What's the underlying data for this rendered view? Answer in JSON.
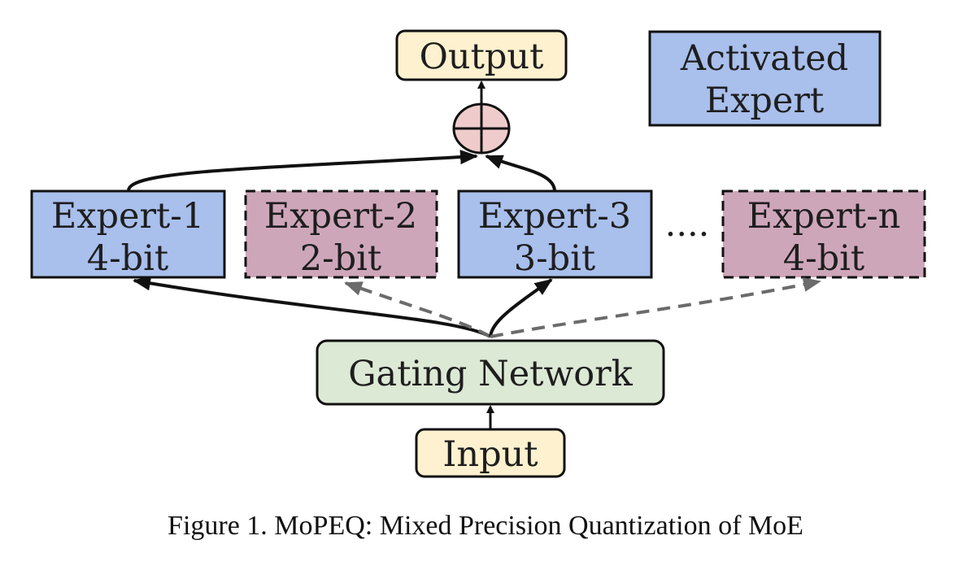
{
  "diagram": {
    "title": "MoPEQ mixed precision MoE",
    "colors": {
      "io_fill": "#fdf1cf",
      "activated_fill": "#a9bfec",
      "inactive_fill": "#cea6ba",
      "gating_fill": "#dce9d5",
      "sum_fill": "#efcccb",
      "stroke": "#111111",
      "dashed_arrow": "#6b6b6b"
    },
    "output": {
      "label": "Output"
    },
    "sum_node": {
      "symbol": "⊕",
      "name": "sum"
    },
    "legend": {
      "line1": "Activated",
      "line2": "Expert"
    },
    "experts": [
      {
        "name": "Expert-1",
        "bits": "4-bit",
        "activated": true
      },
      {
        "name": "Expert-2",
        "bits": "2-bit",
        "activated": false
      },
      {
        "name": "Expert-3",
        "bits": "3-bit",
        "activated": true
      },
      {
        "name": "Expert-n",
        "bits": "4-bit",
        "activated": false
      }
    ],
    "ellipsis": "....",
    "gating": {
      "label": "Gating Network"
    },
    "input": {
      "label": "Input"
    }
  },
  "caption": "Figure 1. MoPEQ: Mixed Precision Quantization of MoE"
}
